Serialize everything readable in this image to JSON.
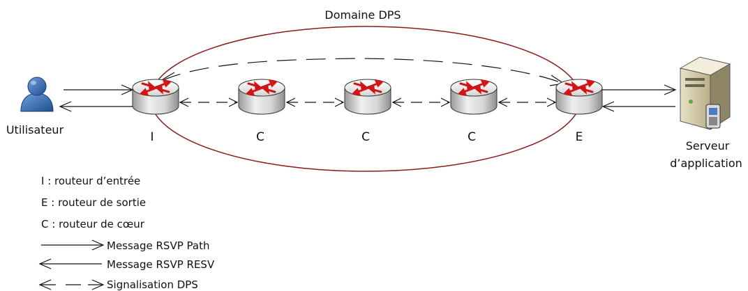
{
  "domain_label": "Domaine DPS",
  "user_label": "Utilisateur",
  "server_label_line1": "Serveur",
  "server_label_line2": "d’application",
  "routers": [
    {
      "id": "ingress",
      "label": "I"
    },
    {
      "id": "core1",
      "label": "C"
    },
    {
      "id": "core2",
      "label": "C"
    },
    {
      "id": "core3",
      "label": "C"
    },
    {
      "id": "egress",
      "label": "E"
    }
  ],
  "legend": {
    "ingress": "I : routeur d’entrée",
    "egress": "E : routeur de sortie",
    "core": "C : routeur de cœur",
    "path": "Message RSVP Path",
    "resv": "Message RSVP RESV",
    "dps": "Signalisation DPS"
  },
  "colors": {
    "domain_ellipse": "#8b1a1a",
    "router_arrows": "#d21414",
    "user_icon": "#3b6fb0",
    "line": "#111111"
  },
  "icons": {
    "user": "user-icon",
    "router": "router-icon",
    "server": "server-icon"
  }
}
